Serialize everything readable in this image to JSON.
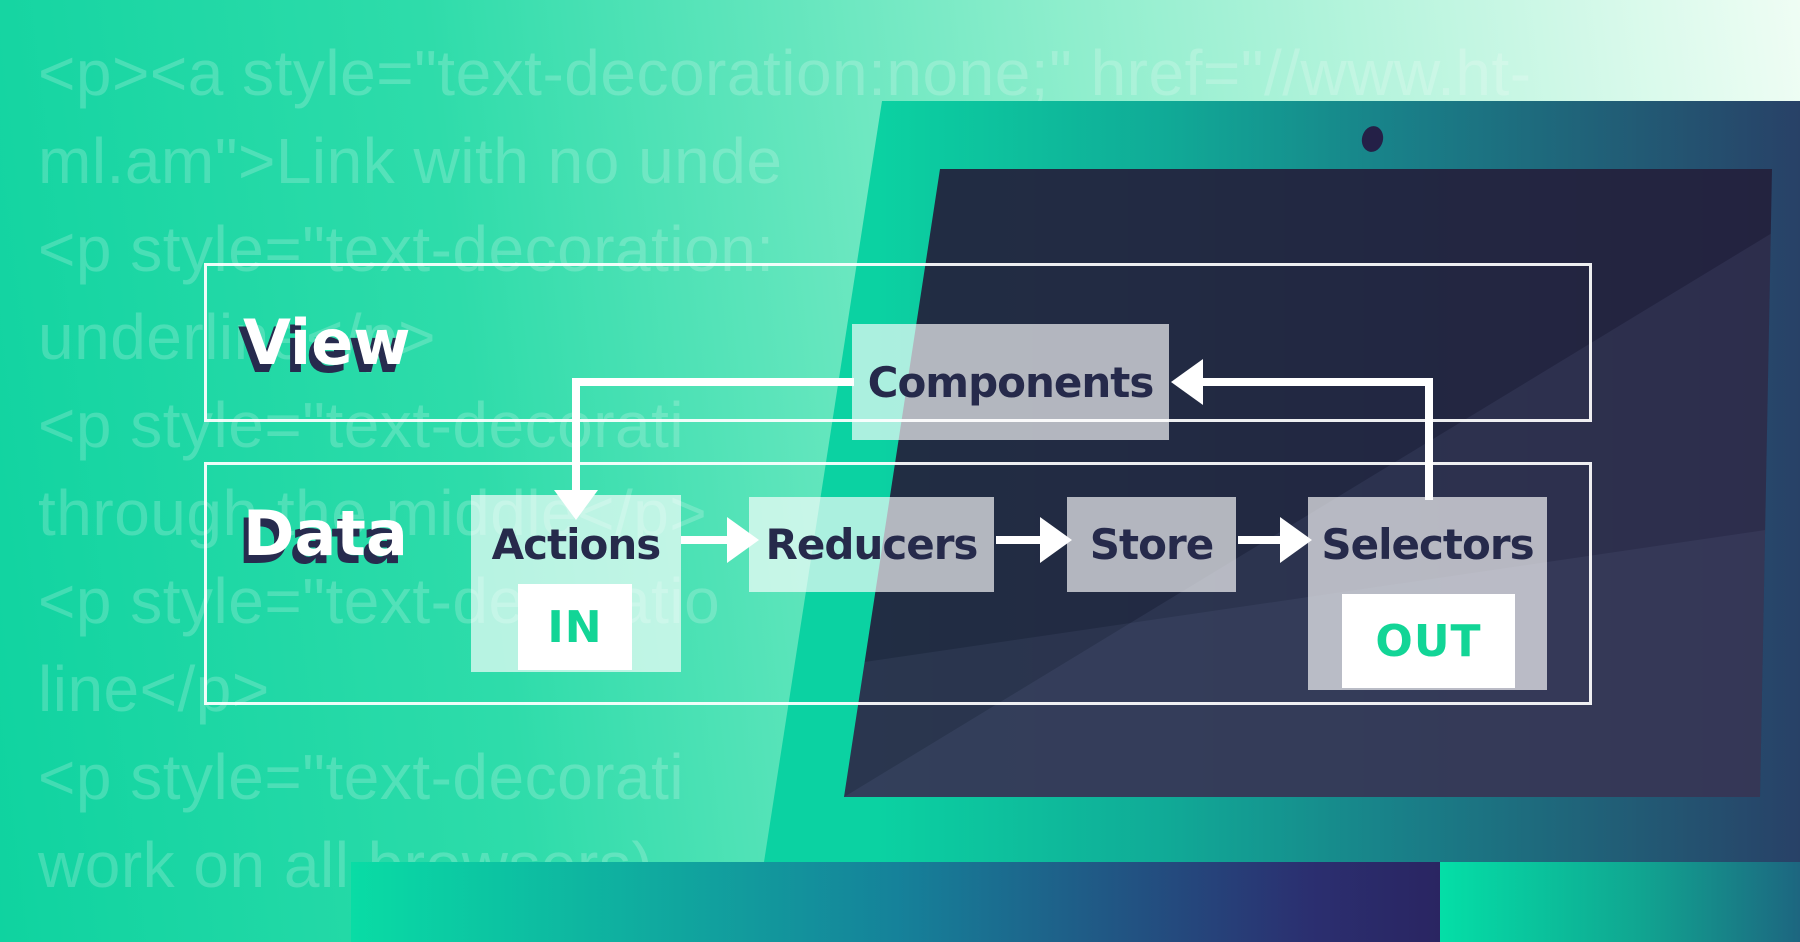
{
  "background_code": {
    "lines": [
      "<p><a style=\"text-decoration:none;\" href=\"//www.ht-",
      "ml.am\">Link with no unde",
      "<p style=\"text-decoration:",
      "underline</p>",
      "<p style=\"text-decorati",
      "through the middle</p>",
      "<p style=\"text-decoratio",
      "line</p>",
      "<p style=\"text-decorati",
      "work on all browsers)"
    ]
  },
  "diagram": {
    "rows": {
      "view_label": "View",
      "data_label": "Data"
    },
    "nodes": {
      "components": "Components",
      "actions": "Actions",
      "reducers": "Reducers",
      "store": "Store",
      "selectors": "Selectors"
    },
    "badges": {
      "in": "IN",
      "out": "OUT"
    }
  },
  "colors": {
    "accent_green": "#12d596",
    "navy_text": "#262a4b",
    "screen_navy": "#282442",
    "background_green": "#0fd3a0",
    "background_mint": "#effdf4",
    "line_white": "#ffffff"
  }
}
